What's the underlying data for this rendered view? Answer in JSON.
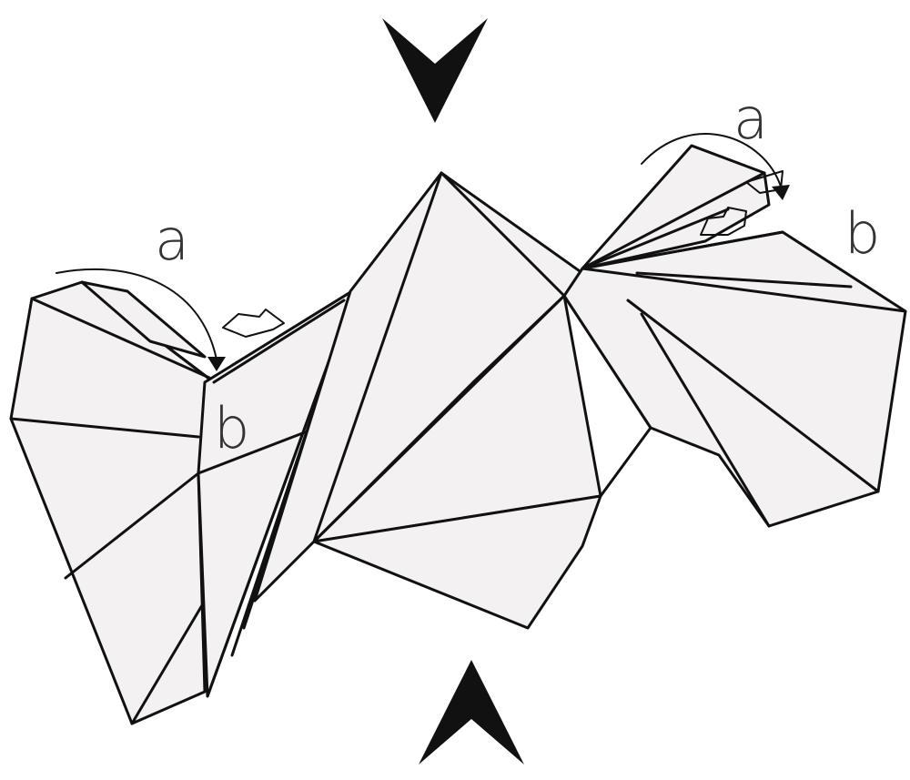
{
  "diagram": {
    "labels": {
      "left_a": "a",
      "left_b": "b",
      "right_a": "a",
      "right_b": "b"
    },
    "colors": {
      "paper": "#f3f1f1",
      "line": "#111111",
      "arrow": "#111111"
    },
    "icons": {
      "top": "push-down-arrow-icon",
      "bottom": "push-up-arrow-icon"
    }
  }
}
